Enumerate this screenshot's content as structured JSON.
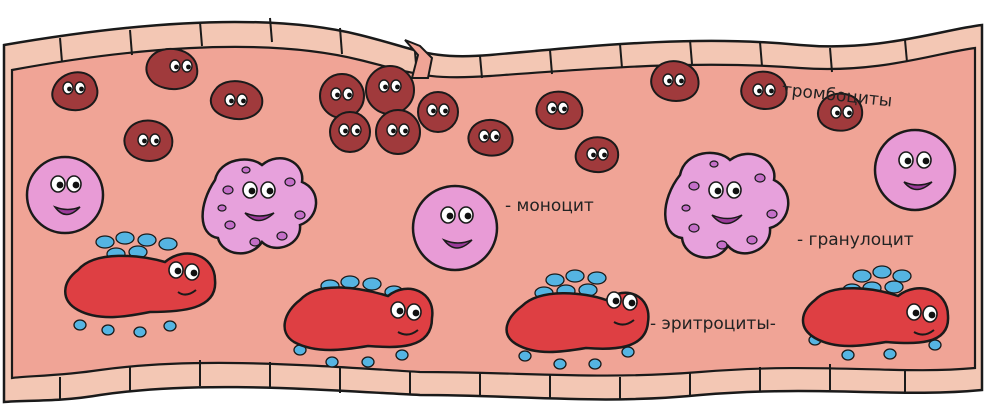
{
  "labels": {
    "platelets": "тромбоциты",
    "monocyte": "- моноцит",
    "granulocyte": "- гранулоцит",
    "erythrocytes": "- эритроциты-"
  },
  "colors": {
    "vessel_wall": "#f3c7b4",
    "blood": "#f0a496",
    "platelet": "#a03a3c",
    "monocyte": "#e89bd6",
    "granulocyte": "#e7a1dc",
    "granule": "#c46fc8",
    "erythrocyte": "#de3f43",
    "bacteria": "#55b4e2",
    "outline": "#1a1a1a"
  },
  "icons": [
    "platelet-icon",
    "monocyte-icon",
    "granulocyte-icon",
    "erythrocyte-icon",
    "bacteria-icon"
  ]
}
